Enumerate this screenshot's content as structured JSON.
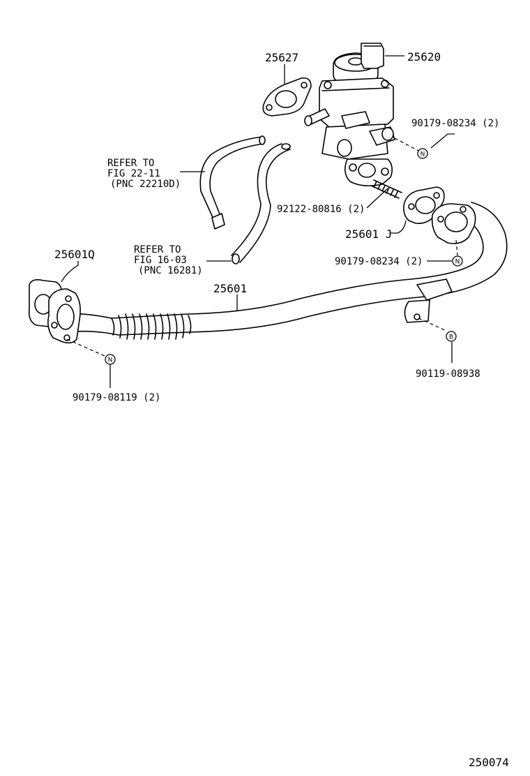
{
  "labels": {
    "p25627": "25627",
    "p25620": "25620",
    "p90179_08234_a": "90179-08234 (2)",
    "refer1_l1": "REFER TO",
    "refer1_l2": "FIG 22-11",
    "refer1_l3": "(PNC 22210D)",
    "p92122": "92122-80816 (2)",
    "p25601J": "25601 J",
    "refer2_l1": "REFER TO",
    "refer2_l2": "FIG 16-03",
    "refer2_l3": "(PNC 16281)",
    "p90179_08234_b": "90179-08234 (2)",
    "p25601Q": "25601Q",
    "p25601": "25601",
    "p90119": "90119-08938",
    "p90179_08119": "90179-08119 (2)",
    "figure_number": "250074"
  },
  "symbols": {
    "n": "N",
    "b": "B"
  }
}
